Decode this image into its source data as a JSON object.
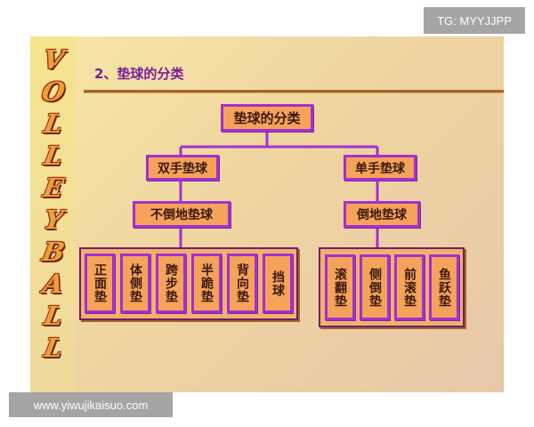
{
  "watermarks": {
    "top_right": "TG: MYYJJPP",
    "bottom_left": "www.yiwujikaisuo.com"
  },
  "slide": {
    "side_letters": [
      "V",
      "O",
      "L",
      "L",
      "E",
      "Y",
      "B",
      "A",
      "L",
      "L"
    ],
    "title": "2、垫球的分类",
    "tree": {
      "root": "垫球的分类",
      "left_branch": "双手垫球",
      "right_branch": "单手垫球",
      "left_sub": "不倒地垫球",
      "right_sub": "倒地垫球",
      "left_leaves": [
        "正面垫",
        "体侧垫",
        "跨步垫",
        "半跪垫",
        "背向垫",
        "挡球"
      ],
      "right_leaves": [
        "滚翻垫",
        "侧倒垫",
        "前滚垫",
        "鱼跃垫"
      ]
    }
  },
  "colors": {
    "box_fill": "#f5a35a",
    "box_border": "#a42fd0",
    "connector": "#a42fd0",
    "title": "#7a1f9a"
  }
}
